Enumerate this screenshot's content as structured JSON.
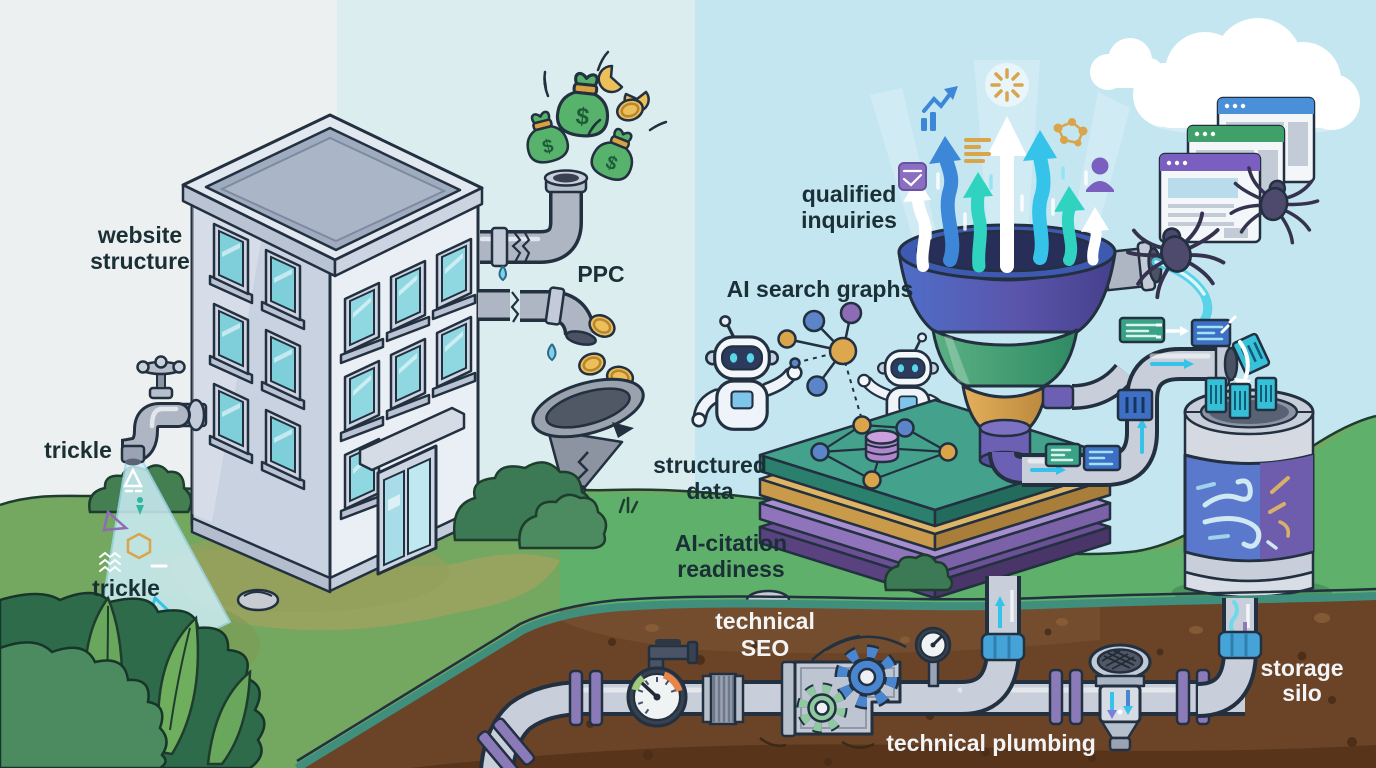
{
  "labels": {
    "website_structure": [
      "website",
      "structure"
    ],
    "trickle_faucet": "trickle",
    "trickle_stream": "trickle",
    "ppc": "PPC",
    "qualified_inquiries": [
      "qualified",
      "inquiries"
    ],
    "ai_search_graphs": "AI search graphs",
    "structured_data": [
      "structured",
      "data"
    ],
    "ai_citation_readiness": [
      "AI-citation",
      "readiness"
    ],
    "technical_seo": [
      "technical",
      "SEO"
    ],
    "technical_plumbing": "technical plumbing",
    "storage_silo": [
      "storage",
      "silo"
    ]
  },
  "money_bag_symbol": "$",
  "colors": {
    "ink": "#223040",
    "sky_left": "#edf0f1",
    "sky_mid": "#dcedef",
    "sky_right": "#c4e6f1",
    "grass": "#74a75f",
    "grass_bright": "#5fb06a",
    "bush_dark": "#2e6b4b",
    "soil": "#6b4428",
    "soil_strip": "#3f8f7c",
    "building_light": "#eaeff5",
    "building_shade": "#c9d2e0",
    "window_glass": "#7fcfda",
    "pipe": "#c8cfda",
    "money_green": "#57b26b",
    "coin_gold": "#ecbf5a",
    "water": "#cdeef7",
    "funnel_blue": "#4a69c4",
    "funnel_green": "#3f9e72",
    "funnel_gold": "#ddab55",
    "funnel_purple": "#6c60b4",
    "layer_green": "#43a18c",
    "layer_gold": "#ddb565",
    "layer_lavender": "#a78fcf",
    "layer_purple": "#6b5096",
    "arrow_blue": "#3d87d8",
    "arrow_cyan": "#35c3ea",
    "arrow_teal": "#2fd3c0",
    "chip_green": "#3aa387",
    "chip_blue": "#3d6fc4",
    "chip_teal": "#38c2da",
    "silo_blue": "#5b79cc",
    "silo_purple": "#6e5cac",
    "browser_header_blue": "#4a90d9",
    "browser_header_green": "#3fa06a",
    "browser_header_purple": "#7a5fc0",
    "gear_green": "#8fc9a0",
    "gear_blue": "#4a85d0",
    "gauge_orange": "#e8854a",
    "spider": "#4d4a6e",
    "label_dark": "#1b2f36",
    "label_light": "#f2f4f6"
  },
  "icons": [
    "faucet-icon",
    "money-bag-icon",
    "coin-icon",
    "broken-funnel-icon",
    "robot-icon",
    "knowledge-graph-icon",
    "database-icon",
    "layer-stack-icon",
    "conversion-funnel-icon",
    "growth-arrow-icon",
    "trend-chart-icon",
    "starburst-icon",
    "molecule-icon",
    "person-icon",
    "document-lines-icon",
    "mail-badge-icon",
    "cloud-icon",
    "browser-window-icon",
    "spider-crawler-icon",
    "data-chip-icon",
    "storage-silo-icon",
    "pressure-gauge-icon",
    "valve-icon",
    "gear-icon",
    "drain-filter-icon",
    "pipe-flange-icon",
    "leaf-icon",
    "rock-icon"
  ]
}
